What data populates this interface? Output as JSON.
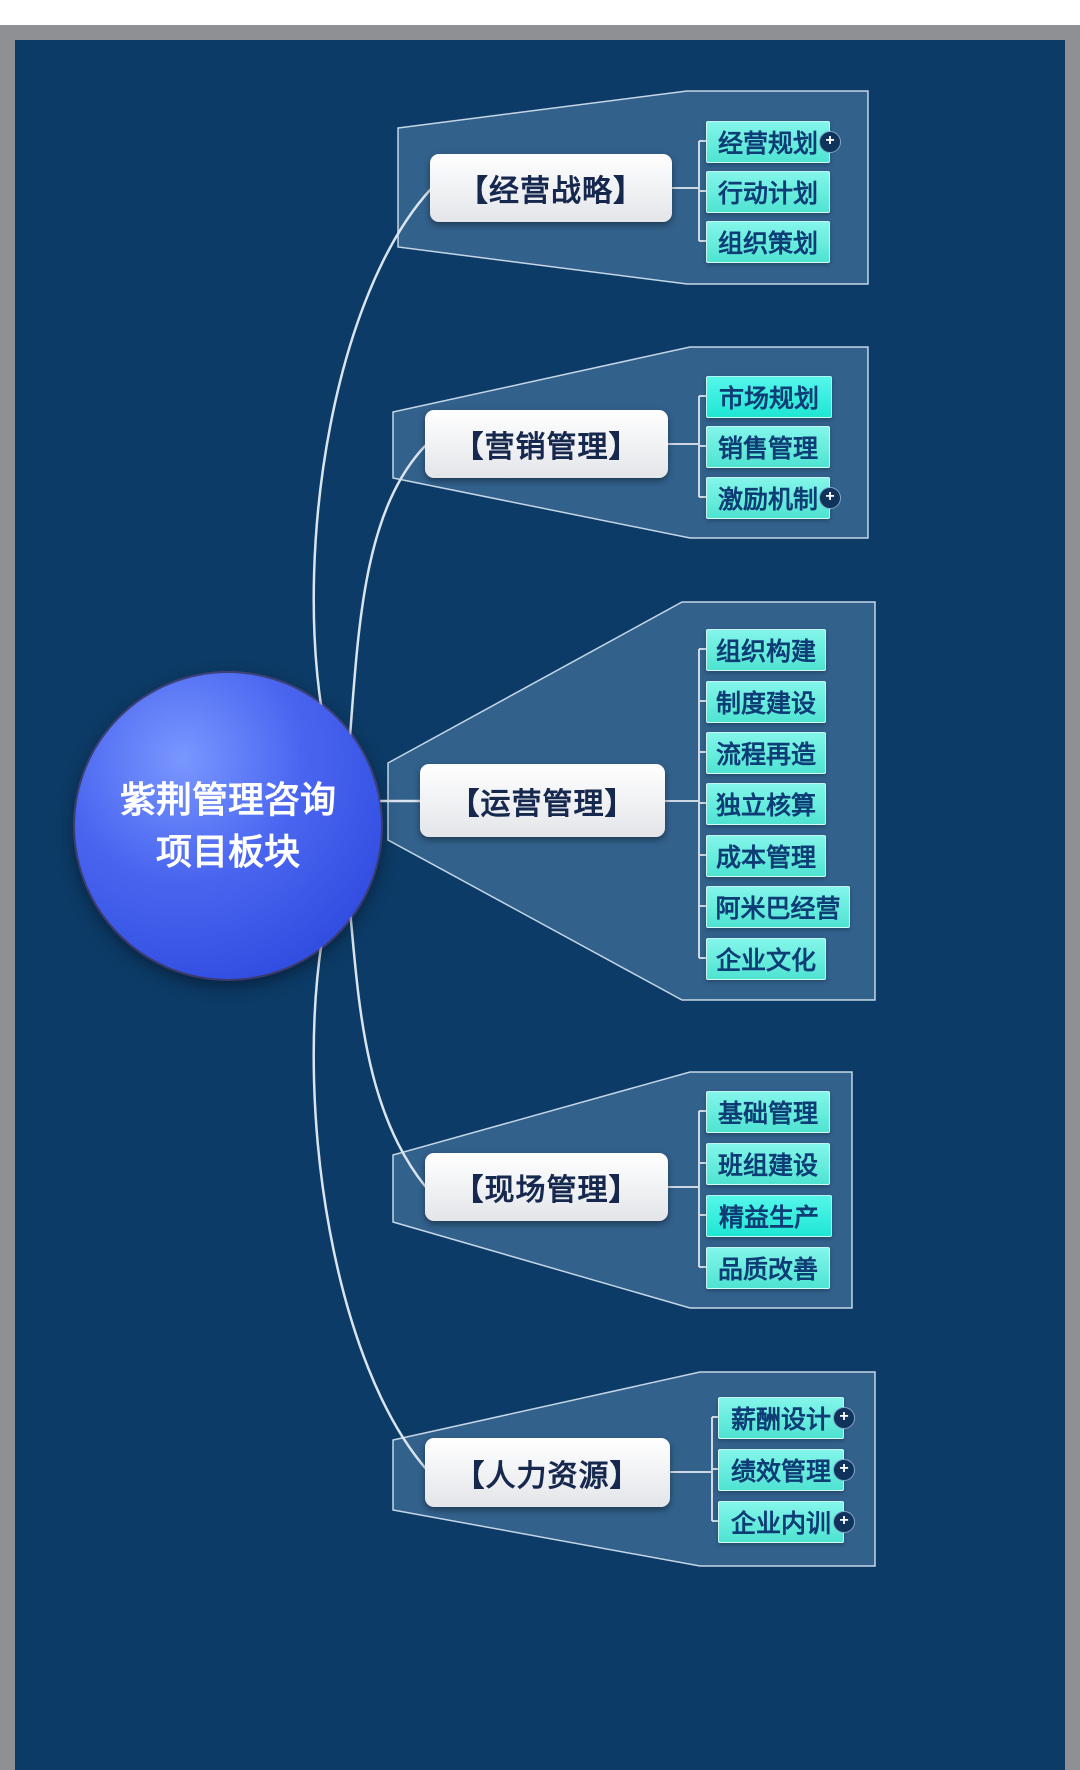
{
  "root": {
    "line1": "紫荆管理咨询",
    "line2": "项目板块"
  },
  "plus_glyph": "+",
  "colors": {
    "background": "#0c3b67",
    "central_topic": "#2b4fe0",
    "child_topic": "#5fe9d8",
    "branch_topic": "#ffffff",
    "boundary": "#336187"
  },
  "branches": [
    {
      "label": "【经营战略】",
      "children": [
        {
          "label": "经营规划",
          "plus": true
        },
        {
          "label": "行动计划",
          "plus": false
        },
        {
          "label": "组织策划",
          "plus": false
        }
      ]
    },
    {
      "label": "【营销管理】",
      "children": [
        {
          "label": "市场规划",
          "plus": false
        },
        {
          "label": "销售管理",
          "plus": false
        },
        {
          "label": "激励机制",
          "plus": true
        }
      ]
    },
    {
      "label": "【运营管理】",
      "children": [
        {
          "label": "组织构建",
          "plus": false
        },
        {
          "label": "制度建设",
          "plus": false
        },
        {
          "label": "流程再造",
          "plus": false
        },
        {
          "label": "独立核算",
          "plus": false
        },
        {
          "label": "成本管理",
          "plus": false
        },
        {
          "label": "阿米巴经营",
          "plus": false
        },
        {
          "label": "企业文化",
          "plus": false
        }
      ]
    },
    {
      "label": "【现场管理】",
      "children": [
        {
          "label": "基础管理",
          "plus": false
        },
        {
          "label": "班组建设",
          "plus": false
        },
        {
          "label": "精益生产",
          "plus": false
        },
        {
          "label": "品质改善",
          "plus": false
        }
      ]
    },
    {
      "label": "【人力资源】",
      "children": [
        {
          "label": "薪酬设计",
          "plus": true
        },
        {
          "label": "绩效管理",
          "plus": true
        },
        {
          "label": "企业内训",
          "plus": true
        }
      ]
    }
  ]
}
